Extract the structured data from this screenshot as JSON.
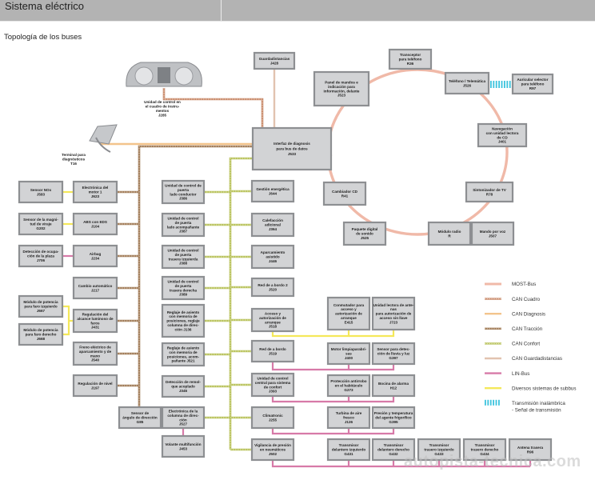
{
  "header": {
    "title": "Sistema eléctrico"
  },
  "subtitle": "Topología de los buses",
  "colors": {
    "most": "#f0b9a8",
    "can_cuadro": "#c98a6a",
    "can_diagnosis": "#f3c48c",
    "can_traccion": "#a07a55",
    "can_confort": "#b8c25a",
    "can_guarda": "#e2c3b0",
    "lin": "#d77aa8",
    "subbus": "#f4e85a",
    "wireless": "#3cc3dd"
  },
  "legend": [
    {
      "id": "most",
      "label": "MOST-Bus",
      "style": "solid-double"
    },
    {
      "id": "can_cuadro",
      "label": "CAN Cuadro",
      "style": "dashed"
    },
    {
      "id": "can_diagnosis",
      "label": "CAN Diagnosis",
      "style": "solid"
    },
    {
      "id": "can_traccion",
      "label": "CAN Tracción",
      "style": "dashed"
    },
    {
      "id": "can_confort",
      "label": "CAN Confort",
      "style": "dashed"
    },
    {
      "id": "can_guarda",
      "label": "CAN Guardadistancias",
      "style": "solid"
    },
    {
      "id": "lin",
      "label": "LIN-Bus",
      "style": "solid"
    },
    {
      "id": "subbus",
      "label": "Diversos sistemas de subbus",
      "style": "solid"
    },
    {
      "id": "wireless",
      "label": "Transmisión inalámbrica",
      "label2": "- Señal de transmisión",
      "style": "bars"
    }
  ],
  "devices": {
    "instrument_cluster": {
      "lines": [
        "Unidad de control en",
        "el cuadro de instru-",
        "mentos",
        "J285"
      ]
    },
    "diag_terminal": {
      "lines": [
        "Terminal para",
        "diagnósticos",
        "T16"
      ]
    }
  },
  "nodes": [
    {
      "id": "j533",
      "lines": [
        "Interfaz de diagnosis",
        "para bus de datos",
        "J533"
      ]
    },
    {
      "id": "j428",
      "lines": [
        "Guardadistancias",
        "J428"
      ]
    },
    {
      "id": "j523",
      "lines": [
        "Panel de mandos e",
        "indicación para",
        "información, delante",
        "J523"
      ]
    },
    {
      "id": "r36",
      "lines": [
        "Transceptor",
        "para teléfono",
        "R36"
      ]
    },
    {
      "id": "j526",
      "lines": [
        "Teléfono / Telemática",
        "J526"
      ]
    },
    {
      "id": "r97",
      "lines": [
        "Auricular selector",
        "para teléfono",
        "R97"
      ]
    },
    {
      "id": "j401",
      "lines": [
        "Navegación",
        "con unidad lectora",
        "de CD",
        "J401"
      ]
    },
    {
      "id": "r41",
      "lines": [
        "Cambiador CD",
        "R41"
      ]
    },
    {
      "id": "r78",
      "lines": [
        "Sintonizador de TV",
        "R78"
      ]
    },
    {
      "id": "j525",
      "lines": [
        "Paquete digital",
        "de sonido",
        "J525"
      ]
    },
    {
      "id": "r",
      "lines": [
        "Módulo radio",
        "R"
      ]
    },
    {
      "id": "j507",
      "lines": [
        "Mando por voz",
        "J507"
      ]
    },
    {
      "id": "j583",
      "lines": [
        "Sensor NOx",
        "J583"
      ]
    },
    {
      "id": "j623",
      "lines": [
        "Electrónica del",
        "motor 1",
        "J623"
      ]
    },
    {
      "id": "g202",
      "lines": [
        "Sensor de la magni-",
        "tud de viraje",
        "G202"
      ]
    },
    {
      "id": "j104",
      "lines": [
        "ABS con EDS",
        "J104"
      ]
    },
    {
      "id": "j706",
      "lines": [
        "Detección de ocupa-",
        "ción de la plaza",
        "J706"
      ]
    },
    {
      "id": "j234",
      "lines": [
        "Airbag",
        "J234"
      ]
    },
    {
      "id": "j217",
      "lines": [
        "Cambio automático",
        "J217"
      ]
    },
    {
      "id": "j667",
      "lines": [
        "Módulo de potencia",
        "para faro izquierdo",
        "J667"
      ]
    },
    {
      "id": "j668",
      "lines": [
        "Módulo de potencia",
        "para faro derecho",
        "J668"
      ]
    },
    {
      "id": "j431",
      "lines": [
        "Regulación del",
        "alcance luminoso de",
        "faros",
        "J431"
      ]
    },
    {
      "id": "j540",
      "lines": [
        "Freno eléctrico de",
        "aparcamiento y de",
        "mano",
        "J540"
      ]
    },
    {
      "id": "j197",
      "lines": [
        "Regulación de nivel",
        "J197"
      ]
    },
    {
      "id": "g85",
      "lines": [
        "Sensor de",
        "ángulo de dirección",
        "G85"
      ]
    },
    {
      "id": "j527",
      "lines": [
        "Electrónica de la",
        "columna de direc-",
        "ción",
        "J527"
      ]
    },
    {
      "id": "j453",
      "lines": [
        "Volante multifunción",
        "J453"
      ]
    },
    {
      "id": "j386",
      "lines": [
        "Unidad de control de",
        "puerta",
        "lado conductor",
        "J386"
      ]
    },
    {
      "id": "j387",
      "lines": [
        "Unidad de control",
        "de puerta",
        "lado acompañante",
        "J387"
      ]
    },
    {
      "id": "j388",
      "lines": [
        "Unidad de control",
        "de puerta",
        "trasera izquierda",
        "J388"
      ]
    },
    {
      "id": "j389",
      "lines": [
        "Unidad de control",
        "de puerta",
        "trasera derecha",
        "J389"
      ]
    },
    {
      "id": "j136",
      "lines": [
        "Reglaje de asiento",
        "con memoria de",
        "posiciones, reglaje",
        "columna de direc-",
        "ción J136"
      ]
    },
    {
      "id": "j521",
      "lines": [
        "Reglaje de asiento",
        "con memoria de",
        "posiciones, acom-",
        "pañante J521"
      ]
    },
    {
      "id": "j446m",
      "lines": [
        "Detección de remol-",
        "que acoplado",
        "J345"
      ]
    },
    {
      "id": "j644",
      "lines": [
        "Gestión energética",
        "J644"
      ]
    },
    {
      "id": "j364",
      "lines": [
        "Calefacción",
        "adicional",
        "J364"
      ]
    },
    {
      "id": "j446",
      "lines": [
        "Aparcamiento",
        "asistido",
        "J446"
      ]
    },
    {
      "id": "j520",
      "lines": [
        "Red de a bordo 2",
        "J520"
      ]
    },
    {
      "id": "j518",
      "lines": [
        "Acceso y",
        "autorización de",
        "arranque",
        "J518"
      ]
    },
    {
      "id": "j519",
      "lines": [
        "Red de a bordo",
        "J519"
      ]
    },
    {
      "id": "j393",
      "lines": [
        "Unidad de control",
        "central para sistema",
        "de confort",
        "J393"
      ]
    },
    {
      "id": "j255",
      "lines": [
        "Climatronic",
        "J255"
      ]
    },
    {
      "id": "j502",
      "lines": [
        "Vigilancia de presión",
        "en neumáticos",
        "J502"
      ]
    },
    {
      "id": "e415",
      "lines": [
        "Conmutador para",
        "acceso y",
        "autorización de",
        "arranque",
        "E415"
      ]
    },
    {
      "id": "j723",
      "lines": [
        "Unidad lectora de ante-",
        "nas",
        "para autorización de",
        "acceso sin llave",
        "J723"
      ]
    },
    {
      "id": "j400",
      "lines": [
        "Motor limpiaparabri-",
        "sas",
        "J400"
      ]
    },
    {
      "id": "g397",
      "lines": [
        "Sensor para detec-",
        "ción de lluvia y luz",
        "G397"
      ]
    },
    {
      "id": "g273",
      "lines": [
        "Protección antirrobo",
        "en el habitáculo",
        "G273"
      ]
    },
    {
      "id": "h12",
      "lines": [
        "Bocina de alarma",
        "H12"
      ]
    },
    {
      "id": "j126",
      "lines": [
        "Turbina de aire",
        "fresco",
        "J126"
      ]
    },
    {
      "id": "g395",
      "lines": [
        "Presión y temperatura",
        "del agente frigorífico",
        "G395"
      ]
    },
    {
      "id": "g431",
      "lines": [
        "Transmisor",
        "delantero izquierdo",
        "G431"
      ]
    },
    {
      "id": "g432",
      "lines": [
        "Transmisor",
        "delantero derecho",
        "G432"
      ]
    },
    {
      "id": "g433",
      "lines": [
        "Transmisor",
        "trasero izquierdo",
        "G433"
      ]
    },
    {
      "id": "g434",
      "lines": [
        "Transmisor",
        "trasero derecho",
        "G434"
      ]
    },
    {
      "id": "r96",
      "lines": [
        "Antena trasera",
        "R96"
      ]
    }
  ],
  "watermark": "autopista-tecnica.com"
}
